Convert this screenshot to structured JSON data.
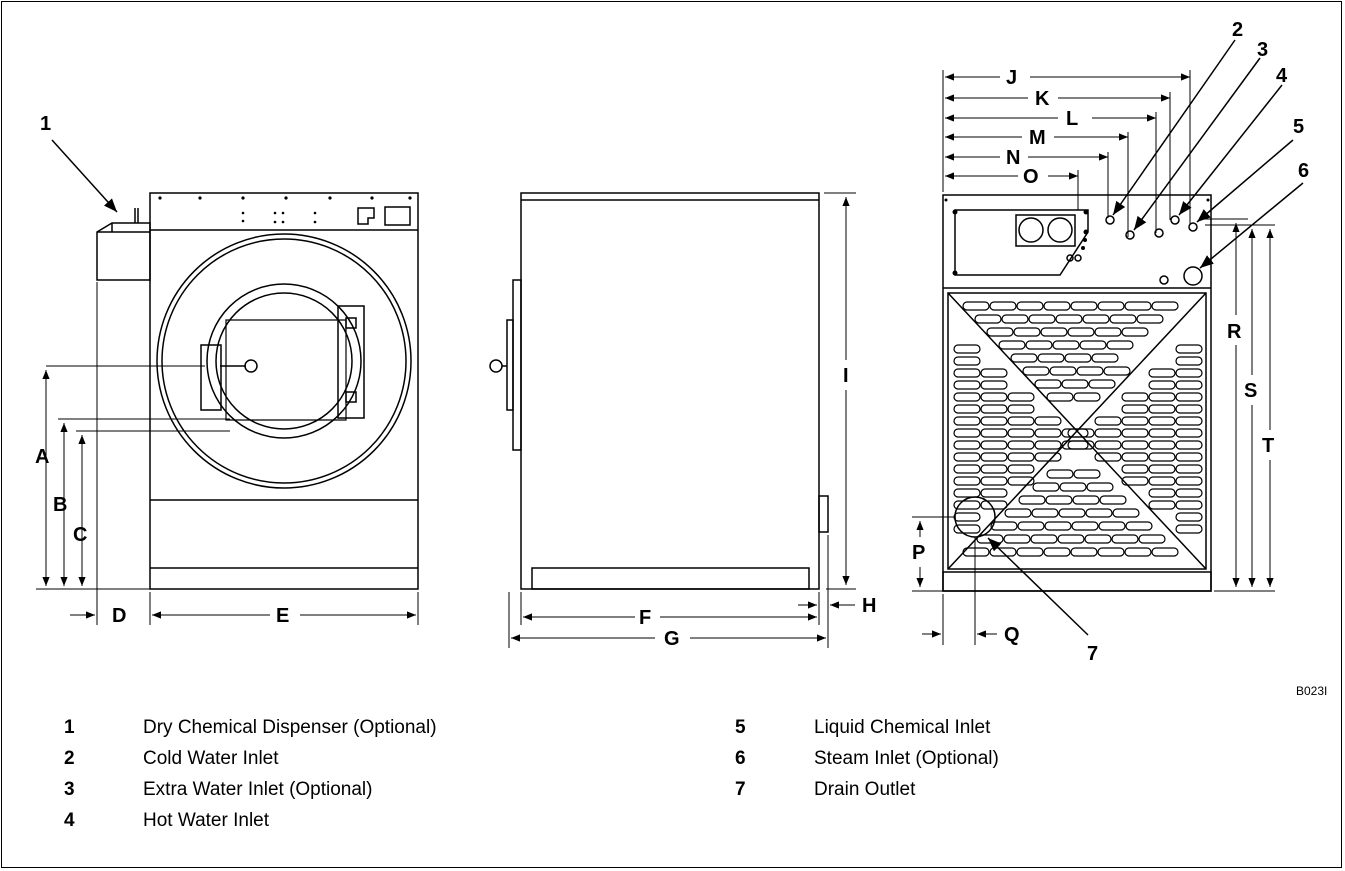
{
  "diagram_code": "B023I",
  "dimension_labels": [
    "A",
    "B",
    "C",
    "D",
    "E",
    "F",
    "G",
    "H",
    "I",
    "J",
    "K",
    "L",
    "M",
    "N",
    "O",
    "P",
    "Q",
    "R",
    "S",
    "T"
  ],
  "callouts": [
    "1",
    "2",
    "3",
    "4",
    "5",
    "6",
    "7"
  ],
  "legend": [
    {
      "num": "1",
      "text": "Dry Chemical Dispenser (Optional)"
    },
    {
      "num": "2",
      "text": "Cold Water Inlet"
    },
    {
      "num": "3",
      "text": "Extra Water Inlet (Optional)"
    },
    {
      "num": "4",
      "text": "Hot Water Inlet"
    },
    {
      "num": "5",
      "text": "Liquid Chemical Inlet"
    },
    {
      "num": "6",
      "text": "Steam Inlet (Optional)"
    },
    {
      "num": "7",
      "text": "Drain Outlet"
    }
  ]
}
